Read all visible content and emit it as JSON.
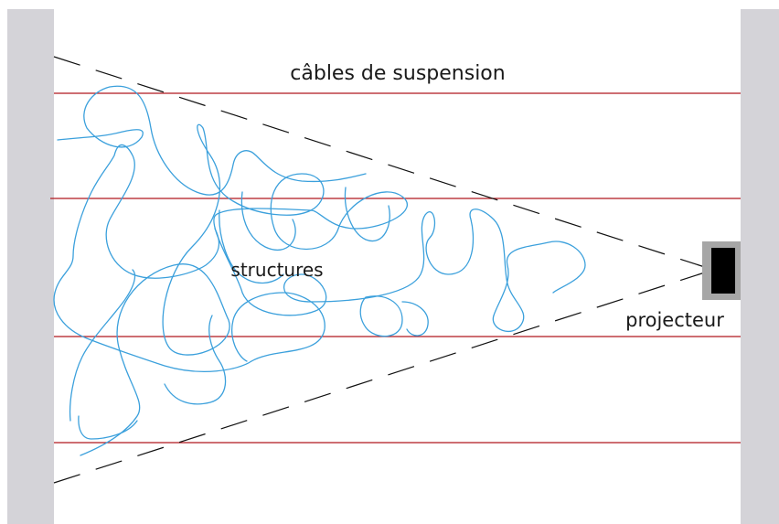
{
  "diagram": {
    "labels": {
      "cables": "câbles de suspension",
      "structures": "structures",
      "projector": "projecteur"
    },
    "colors": {
      "side_walls": "#d4d3d8",
      "cable_lines": "#b0181e",
      "light_cone": "#111111",
      "structures": "#3ba0dc",
      "projector_housing": "#a6a6a6",
      "projector_body": "#000000",
      "background": "#ffffff"
    },
    "icons": [
      "projector-icon"
    ]
  }
}
